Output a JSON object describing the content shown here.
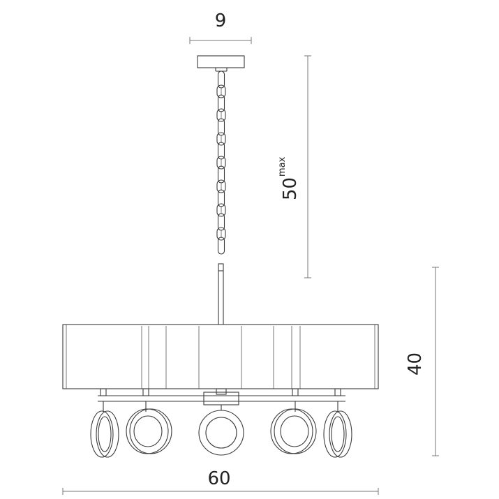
{
  "dimensions": {
    "canopy_width": "9",
    "chain_length": "50",
    "chain_length_suffix": "max",
    "height": "40",
    "diameter": "60"
  },
  "colors": {
    "line": "#3a3a3a",
    "dimension_line": "#777777",
    "text": "#222222"
  }
}
